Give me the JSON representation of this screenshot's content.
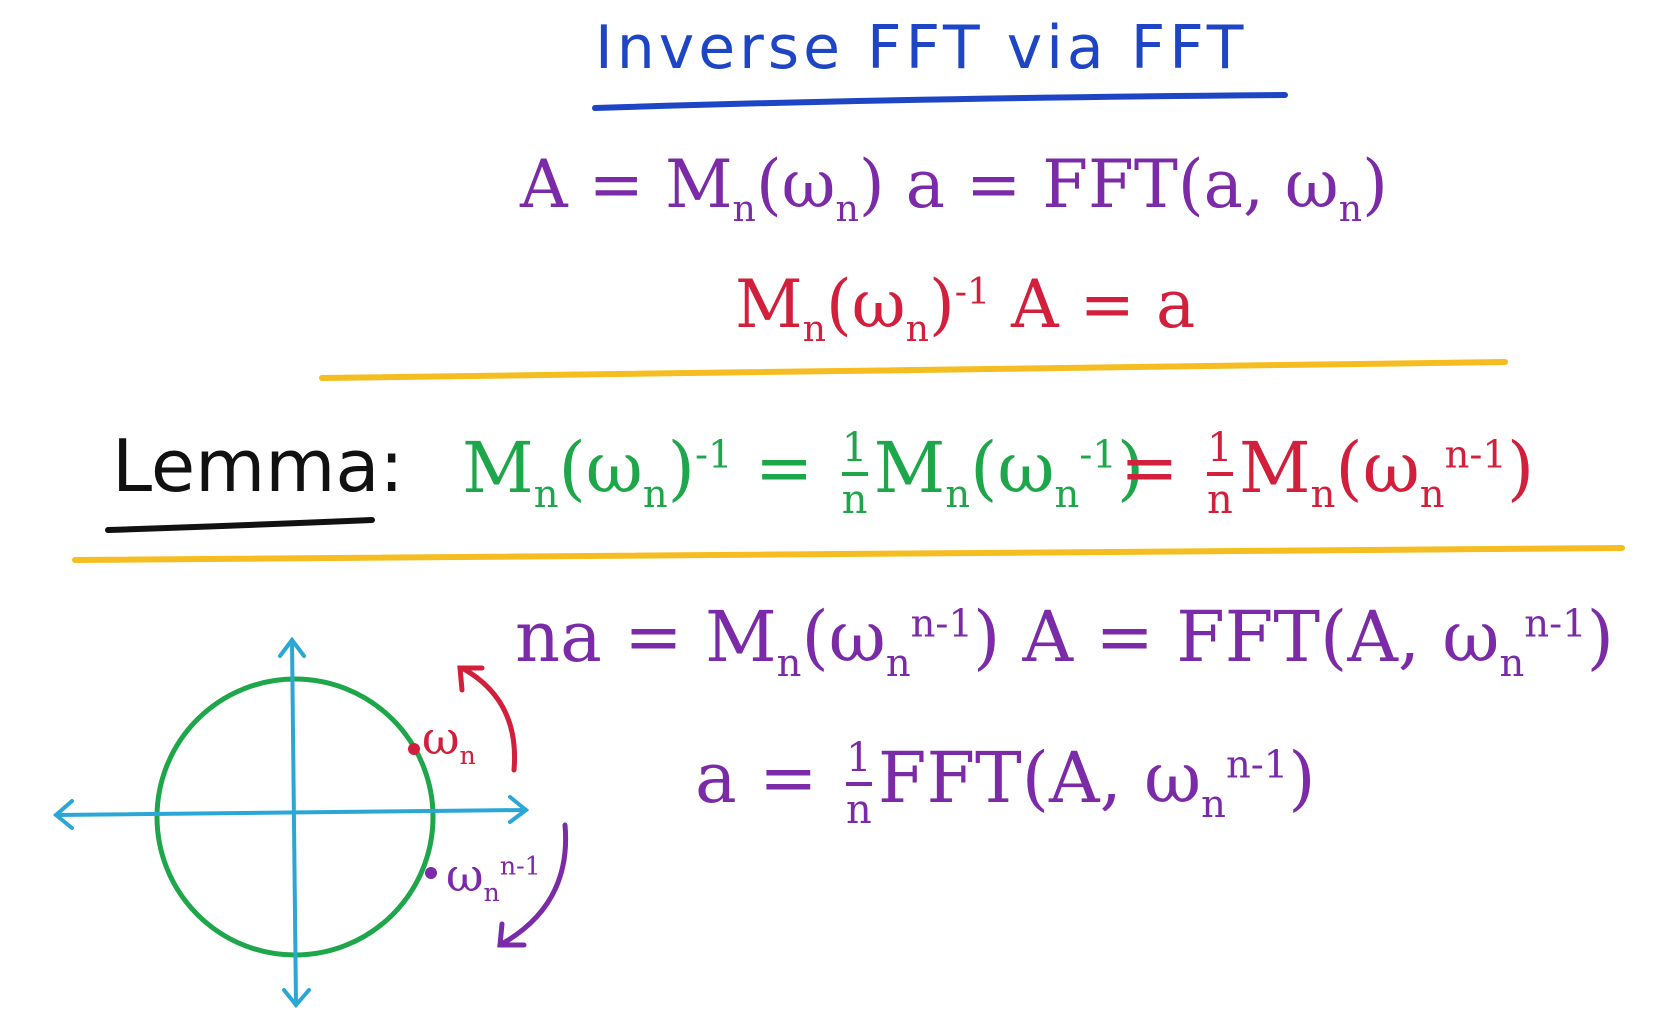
{
  "title": "Inverse FFT via FFT",
  "equations": {
    "line1": {
      "lhs": "A",
      "eq": "=",
      "mid": "M",
      "mid_sub": "n",
      "mid_arg": "(ω",
      "mid_arg_sub": "n",
      "mid_tail": ") a = FFT(a, ω",
      "tail_sub": "n",
      "close": ")"
    },
    "line2": {
      "lhs": "M",
      "lhs_sub": "n",
      "arg": "(ω",
      "arg_sub": "n",
      "arg_close": ")",
      "exp": "-1",
      "rest": " A = a"
    }
  },
  "lemma": {
    "label": "Lemma:",
    "green": {
      "m": "M",
      "m_sub": "n",
      "arg": "(ω",
      "arg_sub": "n",
      "arg_close": ")",
      "exp": "-1",
      "eq": " = ",
      "frac_num": "1",
      "frac_den": "n",
      "m2": "M",
      "m2_sub": "n",
      "arg2": "(ω",
      "arg2_sub": "n",
      "arg2_sup": "-1",
      "close": ")"
    },
    "red": {
      "eq": "= ",
      "frac_num": "1",
      "frac_den": "n",
      "m": "M",
      "m_sub": "n",
      "arg": "(ω",
      "arg_sub": "n",
      "arg_sup": "n-1",
      "close": ")"
    }
  },
  "derivation": {
    "line3": {
      "lhs": "na = M",
      "m_sub": "n",
      "arg": "(ω",
      "arg_sub": "n",
      "arg_sup": "n-1",
      "mid": ") A = FFT(A, ω",
      "tail_sub": "n",
      "tail_sup": "n-1",
      "close": ")"
    },
    "line4": {
      "lhs": "a = ",
      "frac_num": "1",
      "frac_den": "n",
      "rest": "FFT(A, ω",
      "tail_sub": "n",
      "tail_sup": "n-1",
      "close": ")"
    }
  },
  "unit_circle": {
    "point_top_label": "ω",
    "point_top_sub": "n",
    "point_bottom_label": "ω",
    "point_bottom_sub": "n",
    "point_bottom_sup": "n-1"
  },
  "colors": {
    "title": "#1d45c4",
    "purple": "#7b2aa8",
    "red": "#d11f3c",
    "green": "#1ea64a",
    "orange_rule": "#f5bd1f",
    "axis": "#2aa7d6",
    "circle": "#1ea64a"
  }
}
